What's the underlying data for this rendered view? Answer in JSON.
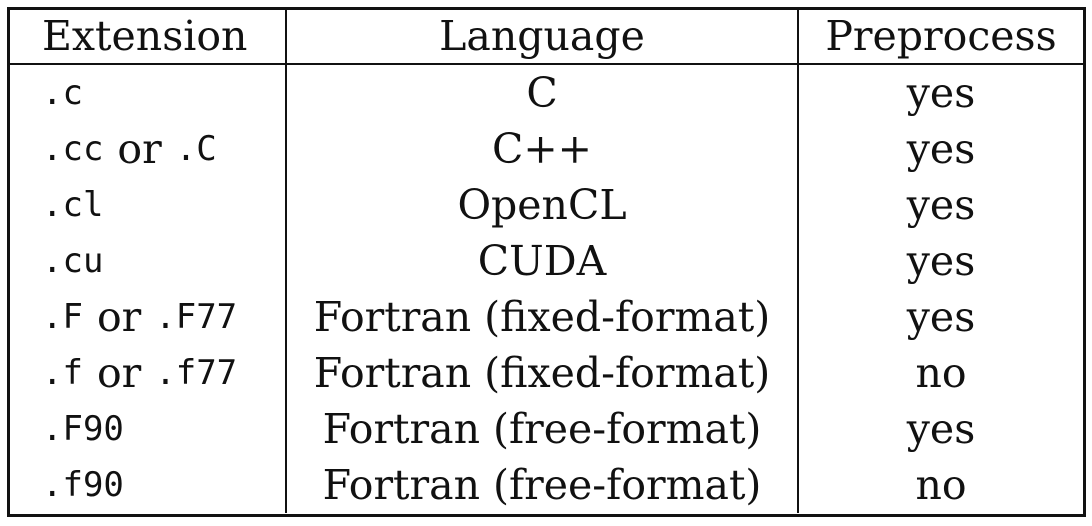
{
  "table": {
    "headers": {
      "extension": "Extension",
      "language": "Language",
      "preprocess": "Preprocess"
    },
    "rows": [
      {
        "ext1": ".c",
        "or": "",
        "ext2": "",
        "language": "C",
        "preprocess": "yes"
      },
      {
        "ext1": ".cc",
        "or": "or",
        "ext2": ".C",
        "language": "C++",
        "preprocess": "yes"
      },
      {
        "ext1": ".cl",
        "or": "",
        "ext2": "",
        "language": "OpenCL",
        "preprocess": "yes"
      },
      {
        "ext1": ".cu",
        "or": "",
        "ext2": "",
        "language": "CUDA",
        "preprocess": "yes"
      },
      {
        "ext1": ".F",
        "or": "or",
        "ext2": ".F77",
        "language": "Fortran (fixed-format)",
        "preprocess": "yes"
      },
      {
        "ext1": ".f",
        "or": "or",
        "ext2": ".f77",
        "language": "Fortran (fixed-format)",
        "preprocess": "no"
      },
      {
        "ext1": ".F90",
        "or": "",
        "ext2": "",
        "language": "Fortran (free-format)",
        "preprocess": "yes"
      },
      {
        "ext1": ".f90",
        "or": "",
        "ext2": "",
        "language": "Fortran (free-format)",
        "preprocess": "no"
      }
    ]
  }
}
